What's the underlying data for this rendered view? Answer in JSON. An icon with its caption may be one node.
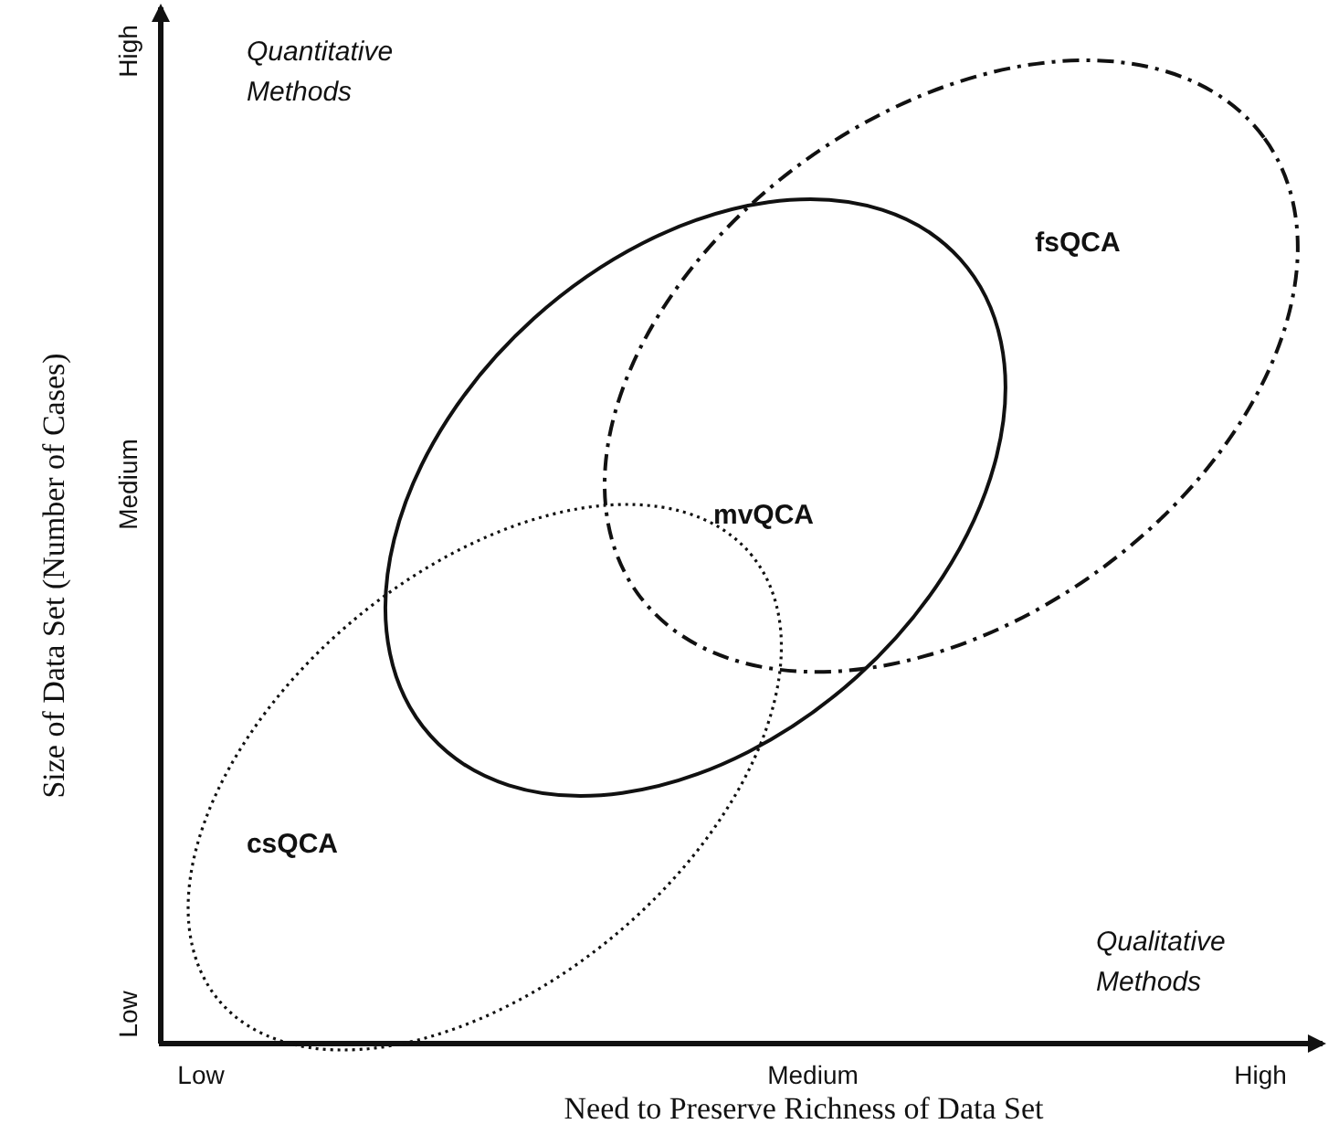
{
  "diagram": {
    "nodes": [
      {
        "text": [
          "csQCA"
        ]
      },
      {
        "text": [
          "mvQCA"
        ]
      },
      {
        "text": [
          "fsQCA"
        ]
      }
    ],
    "labels": [
      "High",
      "Quantitative Methods",
      "Medium",
      "Qualitative Methods",
      "Low",
      "Low",
      "Medium",
      "High",
      "Need to Preserve Richness of Data Set",
      "Size of Data Set (Number of Cases)"
    ]
  }
}
